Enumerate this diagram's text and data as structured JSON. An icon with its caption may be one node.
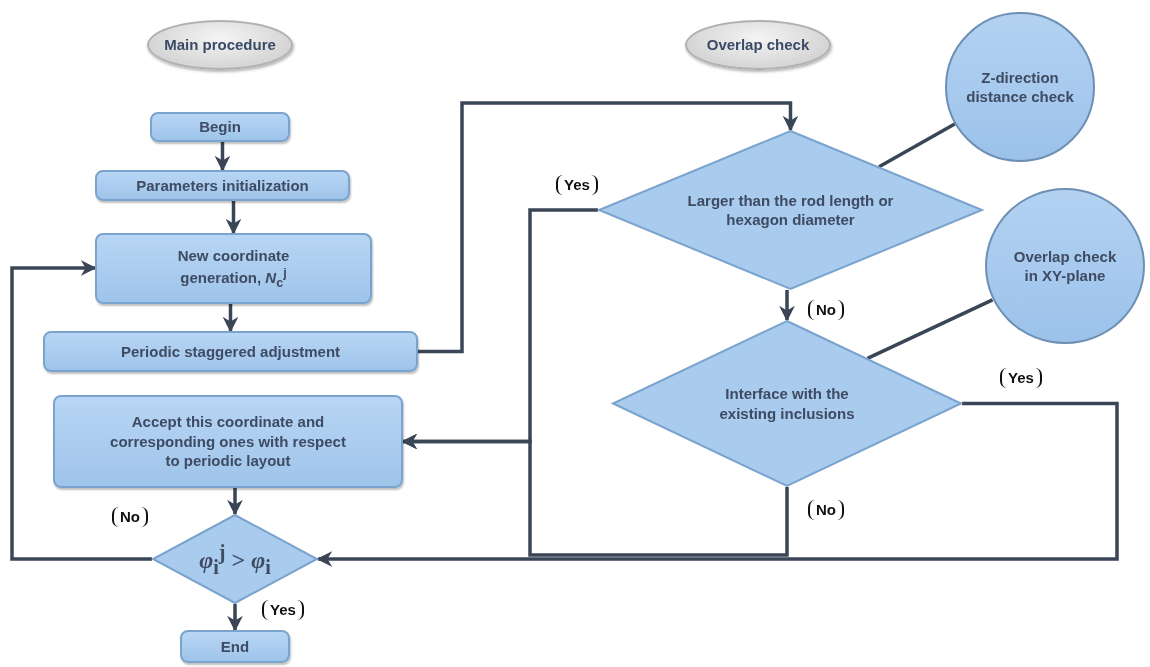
{
  "diagram": {
    "nodes": [
      {
        "text": [
          "Main procedure"
        ]
      },
      {
        "text": [
          "Overlap check"
        ]
      },
      {
        "text": [
          "Begin"
        ]
      },
      {
        "text": [
          "Parameters initialization"
        ]
      },
      {
        "text": [
          "New coordinate generation, *N*$_{c}$$^{j}$"
        ]
      },
      {
        "text": [
          "Periodic staggered adjustment"
        ]
      },
      {
        "text": [
          "Accept this coordinate and corresponding ones with respect to periodic layout"
        ]
      },
      {
        "text": [
          "*φ*$_{i}$$^{j}$ > *φ*$_{i}$"
        ]
      },
      {
        "text": [
          "End"
        ]
      },
      {
        "text": [
          "Larger than the rod length or hexagon diameter"
        ]
      },
      {
        "text": [
          "Z-direction distance check"
        ]
      },
      {
        "text": [
          "Interface with the existing inclusions"
        ]
      },
      {
        "text": [
          "Overlap check in XY-plane"
        ]
      }
    ],
    "edges": [
      {
        "from": 2,
        "to": 3,
        "arrow": "to"
      },
      {
        "from": 3,
        "to": 4,
        "arrow": "to"
      },
      {
        "from": 4,
        "to": 5,
        "arrow": "to"
      },
      {
        "from": 5,
        "to": 9,
        "arrow": "to"
      },
      {
        "from": 9,
        "to": 11,
        "arrow": "to",
        "label": "No"
      },
      {
        "from": 9,
        "to": 6,
        "arrow": "to",
        "label": "Yes"
      },
      {
        "from": 11,
        "to": 6,
        "arrow": "to",
        "label": "No"
      },
      {
        "from": 11,
        "to": 7,
        "arrow": "to",
        "label": "Yes"
      },
      {
        "from": 6,
        "to": 7,
        "arrow": "to"
      },
      {
        "from": 7,
        "to": 4,
        "arrow": "to",
        "label": "No"
      },
      {
        "from": 7,
        "to": 8,
        "arrow": "to",
        "label": "Yes"
      },
      {
        "from": 10,
        "to": 9,
        "arrow": "none"
      },
      {
        "from": 12,
        "to": 11,
        "arrow": "none"
      }
    ]
  }
}
